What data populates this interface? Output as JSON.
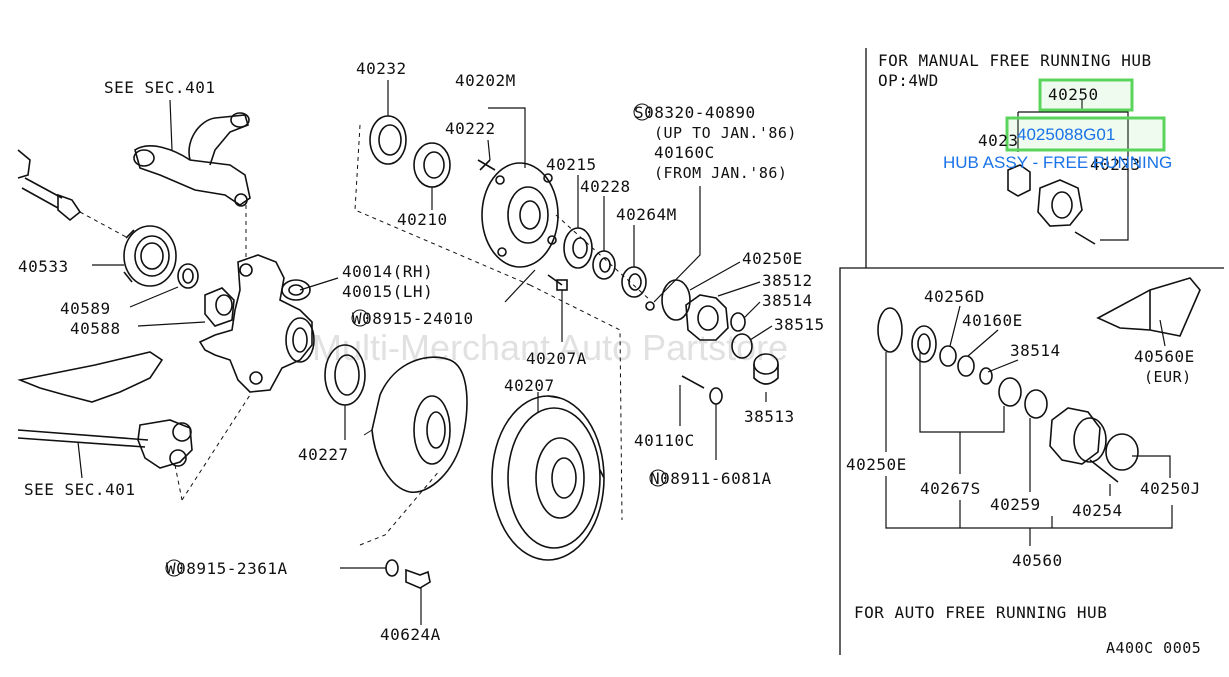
{
  "labels": {
    "see_sec_top": "SEE SEC.401",
    "see_sec_bottom": "SEE SEC.401",
    "p40232": "40232",
    "p40202M": "40202M",
    "p40222": "40222",
    "p40210": "40210",
    "p40215": "40215",
    "p40228": "40228",
    "p40264M": "40264M",
    "p08320": "S08320-40890",
    "up_to": "(UP TO JAN.'86)",
    "p40160C": "40160C",
    "from": "(FROM JAN.'86)",
    "p40250E_main": "40250E",
    "p38512": "38512",
    "p38514_main": "38514",
    "p38515": "38515",
    "p38513": "38513",
    "p40533": "40533",
    "p40589": "40589",
    "p40588": "40588",
    "p40014": "40014(RH)",
    "p40015": "40015(LH)",
    "p08915_24010": "W08915-24010",
    "p40207A": "40207A",
    "p40207": "40207",
    "p40227": "40227",
    "p40110C": "40110C",
    "p08911": "N08911-6081A",
    "p08915_2361A": "W08915-2361A",
    "p40624A": "40624A",
    "manual_title": "FOR MANUAL FREE RUNNING HUB",
    "manual_op": "OP:4WD",
    "p40250": "40250",
    "p4025088G01": "4025088G01",
    "hub_assy": "HUB ASSY - FREE RUNNING",
    "p4023x": "4023",
    "p4022x": "40223",
    "p40256D": "40256D",
    "p40160E": "40160E",
    "p38514_auto": "38514",
    "p40560E": "40560E",
    "eur": "(EUR)",
    "p40250E_auto": "40250E",
    "p40267S": "40267S",
    "p40259": "40259",
    "p40254": "40254",
    "p40250J": "40250J",
    "p40560": "40560",
    "auto_title": "FOR AUTO FREE RUNNING HUB",
    "drawing_code": "A400C 0005"
  },
  "watermark": "Multi-Merchant Auto Partstore",
  "colors": {
    "highlight_box": "#5bd45b",
    "highlight_text": "#1a73e8",
    "line": "#111111"
  }
}
